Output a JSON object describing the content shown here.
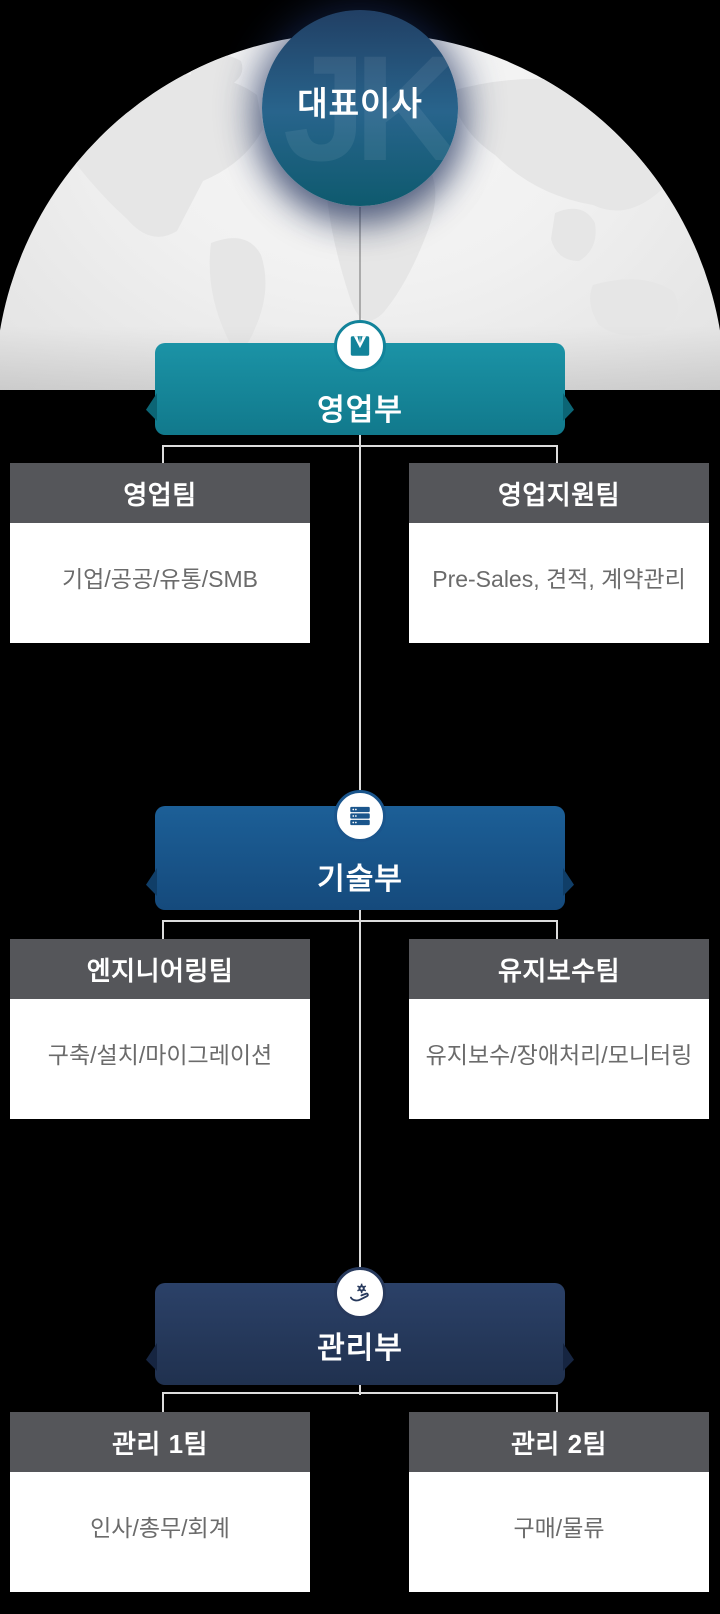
{
  "org": {
    "ceo": {
      "label": "대표이사",
      "watermark": "JK"
    },
    "departments": [
      {
        "name": "영업부",
        "color": "#12839a",
        "icon": "suit-icon",
        "teams": [
          {
            "name": "영업팀",
            "description": "기업/공공/유통/SMB"
          },
          {
            "name": "영업지원팀",
            "description": "Pre-Sales, 견적, 계약관리"
          }
        ]
      },
      {
        "name": "기술부",
        "color": "#1a558c",
        "icon": "server-icon",
        "teams": [
          {
            "name": "엔지니어링팀",
            "description": "구축/설치/마이그레이션"
          },
          {
            "name": "유지보수팀",
            "description": "유지보수/장애처리/모니터링"
          }
        ]
      },
      {
        "name": "관리부",
        "color": "#27395c",
        "icon": "hand-gear-icon",
        "teams": [
          {
            "name": "관리 1팀",
            "description": "인사/총무/회계"
          },
          {
            "name": "관리 2팀",
            "description": "구매/물류"
          }
        ]
      }
    ],
    "colors": {
      "background": "#000000",
      "sales_banner": "#12839a",
      "tech_banner": "#1a558c",
      "admin_banner": "#27395c",
      "team_header_bg": "#55565a",
      "team_body_text": "#6b6b6b",
      "connector": "#dcdcdc"
    }
  }
}
